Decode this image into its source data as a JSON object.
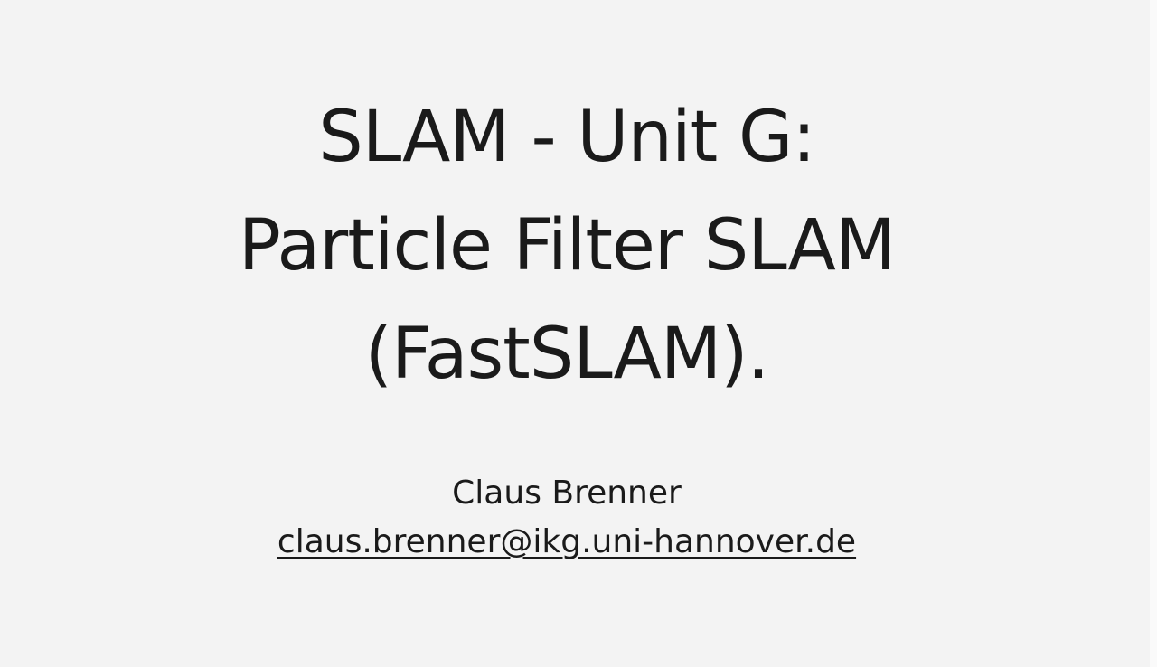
{
  "slide": {
    "title_lines": [
      "SLAM - Unit G:",
      "Particle Filter SLAM",
      "(FastSLAM)."
    ],
    "author": "Claus Brenner",
    "email": "claus.brenner@ikg.uni-hannover.de"
  }
}
